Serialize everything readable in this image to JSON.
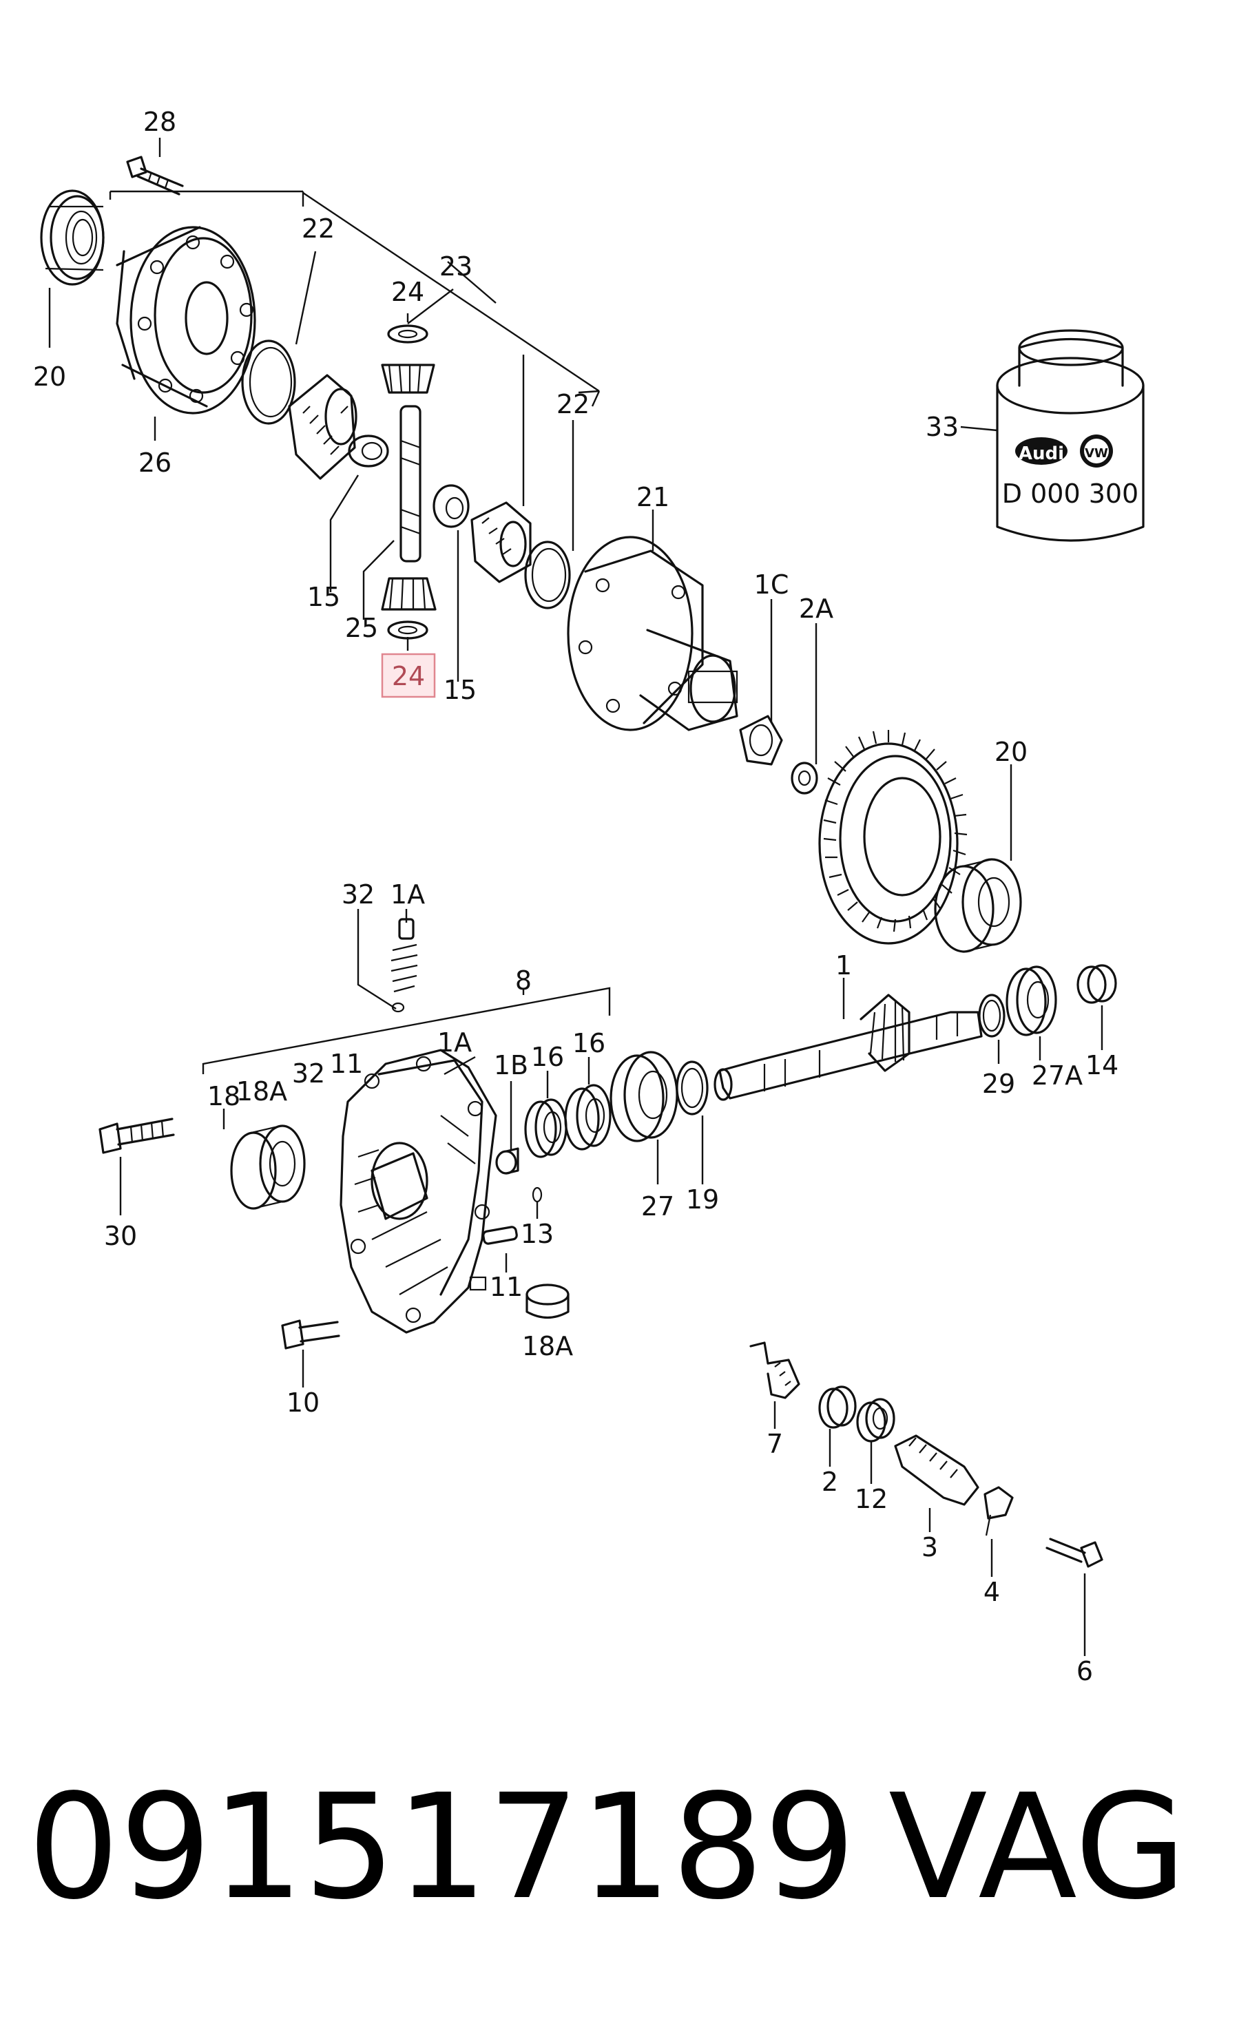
{
  "diagram": {
    "callouts": [
      {
        "id": "c28",
        "text": "28"
      },
      {
        "id": "c22a",
        "text": "22"
      },
      {
        "id": "c23",
        "text": "23"
      },
      {
        "id": "c24a",
        "text": "24"
      },
      {
        "id": "c22b",
        "text": "22"
      },
      {
        "id": "c20a",
        "text": "20"
      },
      {
        "id": "c26",
        "text": "26"
      },
      {
        "id": "c33",
        "text": "33"
      },
      {
        "id": "c21",
        "text": "21"
      },
      {
        "id": "c15a",
        "text": "15"
      },
      {
        "id": "c25",
        "text": "25"
      },
      {
        "id": "c15b",
        "text": "15"
      },
      {
        "id": "c1C",
        "text": "1C"
      },
      {
        "id": "c2A",
        "text": "2A"
      },
      {
        "id": "c20b",
        "text": "20"
      },
      {
        "id": "c32a",
        "text": "32"
      },
      {
        "id": "c1Aa",
        "text": "1A"
      },
      {
        "id": "c8",
        "text": "8"
      },
      {
        "id": "c1",
        "text": "1"
      },
      {
        "id": "c1Ab",
        "text": "1A"
      },
      {
        "id": "c1B",
        "text": "1B"
      },
      {
        "id": "c16a",
        "text": "16"
      },
      {
        "id": "c16b",
        "text": "16"
      },
      {
        "id": "c18",
        "text": "18"
      },
      {
        "id": "c18Aa",
        "text": "18A"
      },
      {
        "id": "c32b",
        "text": "32"
      },
      {
        "id": "c11a",
        "text": "11"
      },
      {
        "id": "c29",
        "text": "29"
      },
      {
        "id": "c27A",
        "text": "27A"
      },
      {
        "id": "c14",
        "text": "14"
      },
      {
        "id": "c30",
        "text": "30"
      },
      {
        "id": "c27",
        "text": "27"
      },
      {
        "id": "c19",
        "text": "19"
      },
      {
        "id": "c13",
        "text": "13"
      },
      {
        "id": "c11b",
        "text": "11"
      },
      {
        "id": "c18Ab",
        "text": "18A"
      },
      {
        "id": "c10",
        "text": "10"
      },
      {
        "id": "c7",
        "text": "7"
      },
      {
        "id": "c2",
        "text": "2"
      },
      {
        "id": "c12",
        "text": "12"
      },
      {
        "id": "c3",
        "text": "3"
      },
      {
        "id": "c4",
        "text": "4"
      },
      {
        "id": "c6",
        "text": "6"
      }
    ],
    "highlighted": {
      "text": "24",
      "color": "#e0868f"
    },
    "can": {
      "brand1": "Audi",
      "brand2": "VW",
      "code": "D 000 300"
    }
  },
  "footer": {
    "part_number": "091517189",
    "brand": "VAG"
  }
}
